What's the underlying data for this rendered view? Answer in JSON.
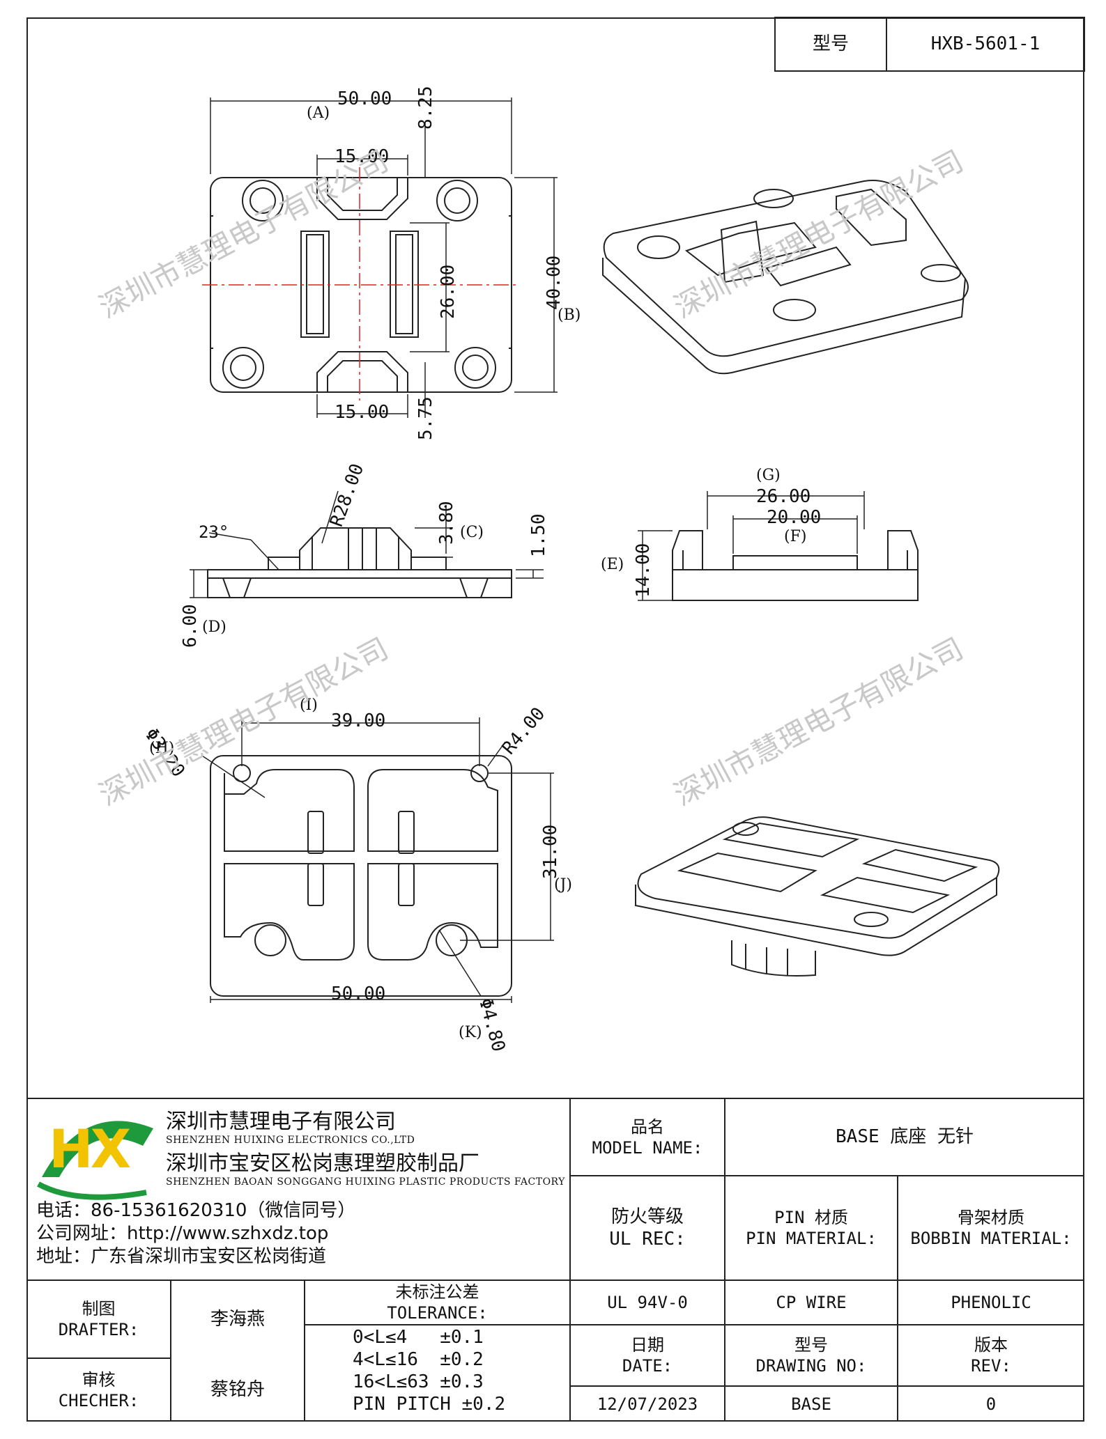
{
  "header": {
    "model_label": "型号",
    "model_value": "HXB-5601-1"
  },
  "dims": {
    "a": "50.00",
    "a_tag": "(A)",
    "top15": "15.00",
    "d825": "8.25",
    "d2600": "26.00",
    "b": "40.00",
    "b_tag": "(B)",
    "bot15": "15.00",
    "d575": "5.75",
    "r28": "R28.00",
    "deg23": "23°",
    "c": "3.80",
    "c_tag": "(C)",
    "d150": "1.50",
    "d": "6.00",
    "d_tag": "(D)",
    "g_tag": "(G)",
    "g": "26.00",
    "f": "20.00",
    "f_tag": "(F)",
    "e_tag": "(E)",
    "e": "14.00",
    "h": "Φ3.20",
    "h_tag": "(H)",
    "i_tag": "(I)",
    "i": "39.00",
    "r4": "R4.00",
    "j": "31.00",
    "j_tag": "(J)",
    "bot50": "50.00",
    "k": "Φ4.80",
    "k_tag": "(K)"
  },
  "watermark": "深圳市慧理电子有限公司",
  "company": {
    "name1": "深圳市慧理电子有限公司",
    "name1_en": "SHENZHEN HUIXING ELECTRONICS CO.,LTD",
    "name2": "深圳市宝安区松岗惠理塑胶制品厂",
    "name2_en": "SHENZHEN BAOAN SONGGANG HUIXING PLASTIC PRODUCTS FACTORY",
    "phone": "电话：86-15361620310（微信同号）",
    "web": "公司网址：http://www.szhxdz.top",
    "address": "地址：广东省深圳市宝安区松岗街道",
    "logo_text": "HX"
  },
  "title_block": {
    "model_name_cn": "品名",
    "model_name_en": "MODEL NAME:",
    "model_name_value": "BASE 底座 无针",
    "ul_cn": "防火等级",
    "ul_en": "UL REC:",
    "pin_cn": "PIN 材质",
    "pin_en": "PIN MATERIAL:",
    "bobbin_cn": "骨架材质",
    "bobbin_en": "BOBBIN MATERIAL:",
    "ul_value": "UL 94V-0",
    "pin_value": "CP WIRE",
    "bobbin_value": "PHENOLIC",
    "drafter_cn": "制图",
    "drafter_en": "DRAFTER:",
    "drafter_value": "李海燕",
    "checker_cn": "审核",
    "checker_en": "CHECHER:",
    "checker_value": "蔡铭舟",
    "tol_cn": "未标注公差",
    "tol_en": "TOLERANCE:",
    "tol_lines": [
      "0<L≤4   ±0.1",
      "4<L≤16  ±0.2",
      "16<L≤63 ±0.3",
      "PIN PITCH ±0.2"
    ],
    "date_cn": "日期",
    "date_en": "DATE:",
    "date_value": "12/07/2023",
    "drawing_cn": "型号",
    "drawing_en": "DRAWING NO:",
    "drawing_value": "BASE",
    "rev_cn": "版本",
    "rev_en": "REV:",
    "rev_value": "0"
  },
  "colors": {
    "line": "#222222",
    "center": "#e02020",
    "watermark": "#c8c8c8",
    "logo_green": "#1e9a3c",
    "logo_yellow": "#f2c300"
  }
}
